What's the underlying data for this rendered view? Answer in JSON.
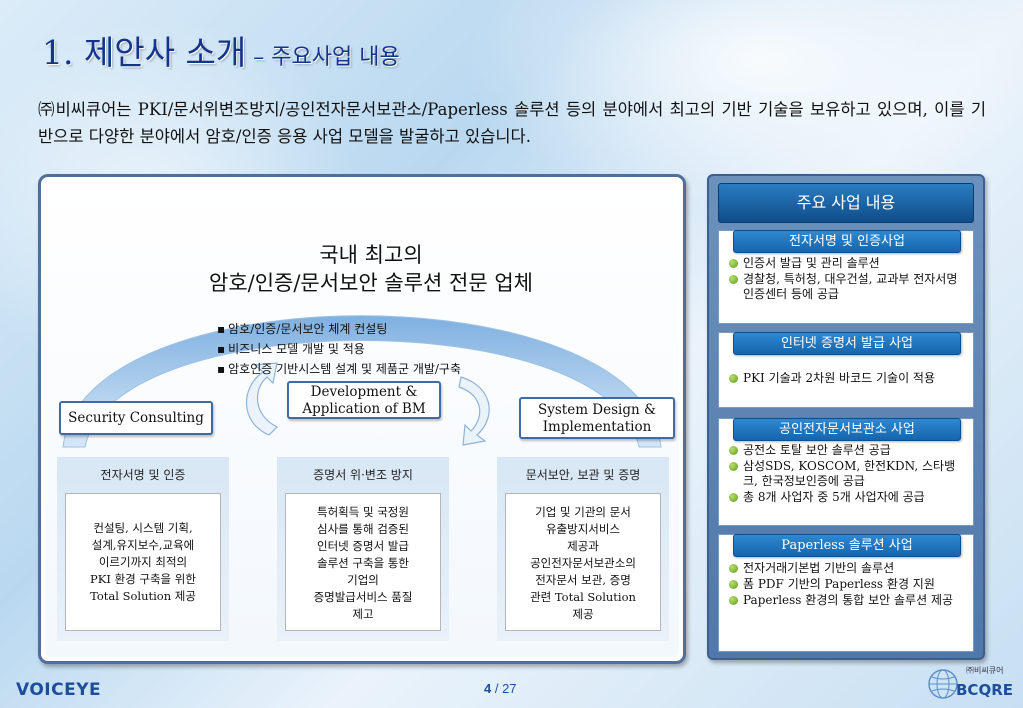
{
  "title": {
    "main": "1. 제안사 소개",
    "dash": " – ",
    "sub": "주요사업 내용"
  },
  "intro": "㈜비씨큐어는 PKI/문서위변조방지/공인전자문서보관소/Paperless 솔루션 등의 분야에서 최고의 기반 기술을 보유하고 있으며, 이를 기반으로 다양한 분야에서 암호/인증 응용 사업 모델을 발굴하고 있습니다.",
  "left_panel": {
    "hero_line1": "국내 최고의",
    "hero_line2": "암호/인증/문서보안 솔루션 전문 업체",
    "bullets": [
      "암호/인증/문서보안 체계 컨설팅",
      "비즈니스 모델 개발 및 적용",
      "암호인증 기반시스템 설계 및 제품군 개발/구축"
    ],
    "security_consulting": "Security Consulting",
    "development_line1": "Development &",
    "development_line2": "Application of BM",
    "system_design_line1": "System Design &",
    "system_design_line2": "Implementation",
    "columns": [
      {
        "title": "전자서명 및 인증",
        "lines": [
          "컨설팅, 시스템 기획,",
          "설계,유지보수,교육에",
          "이르기까지 최적의",
          "PKI 환경 구축을 위한",
          "Total Solution 제공"
        ]
      },
      {
        "title": "증명서 위·변조 방지",
        "lines": [
          "특허획득 및 국정원",
          "심사를 통해 검증된",
          "인터넷 증명서 발급",
          "솔루션 구축을 통한",
          "기업의",
          "증명발급서비스 품질",
          "제고"
        ]
      },
      {
        "title": "문서보안, 보관 및 증명",
        "lines": [
          "기업 및 기관의 문서",
          "유출방지서비스",
          "제공과",
          "공인전자문서보관소의",
          "전자문서 보관, 증명",
          "관련 Total Solution",
          "제공"
        ]
      }
    ]
  },
  "right_panel": {
    "header": "주요 사업 내용",
    "sections": [
      {
        "tag": "전자서명 및 인증사업",
        "items": [
          "인증서 발급 및 관리 솔루션",
          "경찰청, 특허청, 대우건설, 교과부 전자서명인증센터 등에 공급"
        ]
      },
      {
        "tag": "인터넷 증명서 발급 사업",
        "items": [
          "PKI 기술과 2차원 바코드 기술이 적용"
        ]
      },
      {
        "tag": "공인전자문서보관소 사업",
        "items": [
          "공전소 토탈 보안 솔루션 공급",
          "삼성SDS, KOSCOM, 한전KDN, 스타뱅크, 한국정보인증에 공급",
          "총 8개 사업자 중 5개 사업자에 공급"
        ]
      },
      {
        "tag": "Paperless 솔루션 사업",
        "items": [
          "전자거래기본법 기반의 솔루션",
          "폼 PDF 기반의 Paperless 환경 지원",
          "Paperless 환경의 통합 보안 솔루션 제공"
        ]
      }
    ]
  },
  "footer": {
    "logo_left": "VOICEYE",
    "page_current": "4",
    "page_sep": " / ",
    "page_total": "27",
    "brand_small": "㈜비씨큐어",
    "brand_big": "BCQRE"
  },
  "colors": {
    "title_blue": "#14338a",
    "header_blue": "#0f4d88",
    "tag_blue": "#1565ad",
    "panel_border": "#4f6f9a",
    "bullet_green": "#5a9a1a"
  }
}
